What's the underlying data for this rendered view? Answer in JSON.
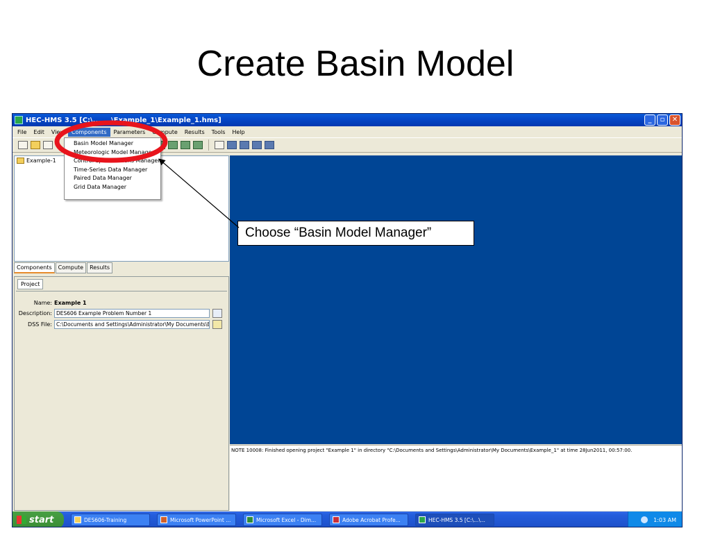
{
  "slide": {
    "title": "Create Basin Model"
  },
  "window": {
    "title": "HEC-HMS 3.5 [C:\\... ...\\Example_1\\Example_1.hms]",
    "controls": {
      "minimize": "_",
      "maximize": "▫",
      "close": "✕"
    }
  },
  "menubar": {
    "items": [
      "File",
      "Edit",
      "View",
      "Components",
      "Parameters",
      "Compute",
      "Results",
      "Tools",
      "Help"
    ],
    "active": "Components"
  },
  "dropdown": {
    "items": [
      "Basin Model Manager",
      "Meteorologic Model Manager",
      "Control Specifications Manager",
      "Time-Series Data Manager",
      "Paired Data Manager",
      "Grid Data Manager"
    ]
  },
  "tree": {
    "root": "Example-1"
  },
  "bottom_tabs": [
    "Components",
    "Compute",
    "Results"
  ],
  "project_panel": {
    "tab": "Project",
    "name_label": "Name:",
    "name_value": "Example 1",
    "description_label": "Description:",
    "description_value": "DES606 Example Problem Number 1",
    "dss_label": "DSS File:",
    "dss_value": "C:\\Documents and Settings\\Administrator\\My Documents\\E"
  },
  "log": {
    "message": "NOTE 10008:  Finished opening project \"Example 1\" in directory \"C:\\Documents and Settings\\Administrator\\My Documents\\Example_1\" at time 28Jun2011, 00:57:00."
  },
  "taskbar": {
    "start_label": "start",
    "items": [
      "DES606-Training",
      "Microsoft PowerPoint ...",
      "Microsoft Excel - Dim...",
      "Adobe Acrobat Profe...",
      "HEC-HMS 3.5 [C:\\...\\..."
    ],
    "clock": "1:03 AM"
  },
  "callout": {
    "text": "Choose “Basin Model Manager”"
  },
  "colors": {
    "map_background": "#004595",
    "highlight_ellipse": "#e8141c",
    "menu_active": "#316ac5",
    "titlebar": "#0648c8"
  }
}
